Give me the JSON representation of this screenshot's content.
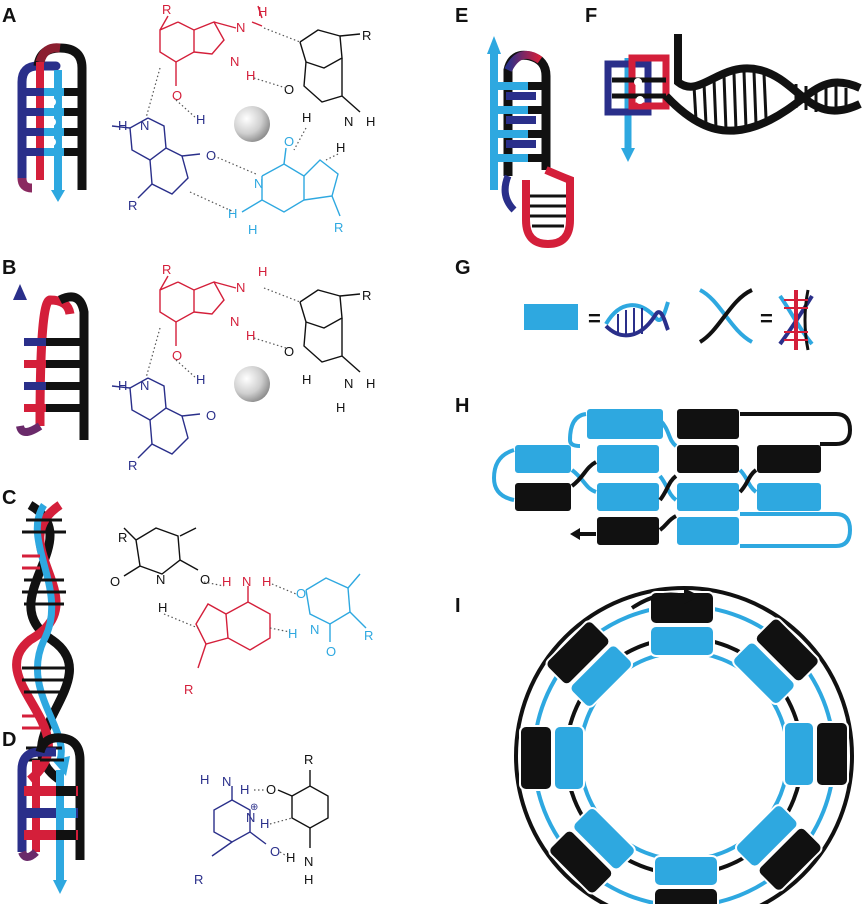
{
  "panels": {
    "A": "A",
    "B": "B",
    "C": "C",
    "D": "D",
    "E": "E",
    "F": "F",
    "G": "G",
    "H": "H",
    "I": "I"
  },
  "atoms": {
    "R": "R",
    "N": "N",
    "NH": "N",
    "H": "H",
    "O": "O",
    "plus": "⊕"
  },
  "legend_g": {
    "equals": "="
  },
  "colors": {
    "red": "#d41f3a",
    "black": "#111111",
    "navy": "#2a2f8a",
    "cyan": "#2ea8e0",
    "ion": "#d9d9d9"
  }
}
